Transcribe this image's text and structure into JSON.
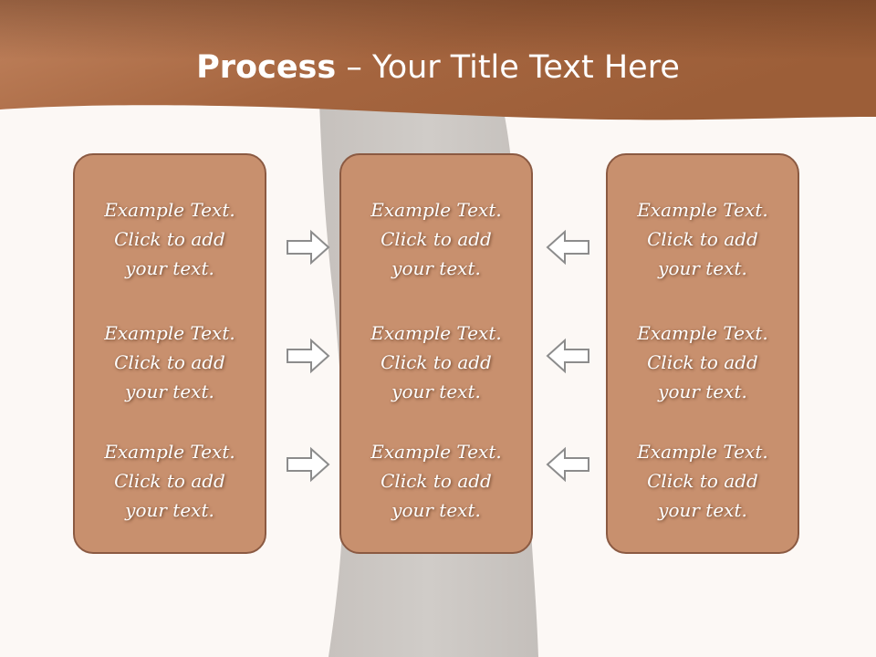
{
  "slide": {
    "title_bold": "Process",
    "title_rest": " – Your Title Text Here"
  },
  "columns": [
    {
      "items": [
        {
          "line1": "Example Text.",
          "line2": "Click  to add",
          "line3": "your text."
        },
        {
          "line1": "Example Text.",
          "line2": "Click  to add",
          "line3": "your text."
        },
        {
          "line1": "Example Text.",
          "line2": "Click  to add",
          "line3": "your text."
        }
      ]
    },
    {
      "items": [
        {
          "line1": "Example Text.",
          "line2": "Click  to add",
          "line3": "your text."
        },
        {
          "line1": "Example Text.",
          "line2": "Click  to add",
          "line3": "your text."
        },
        {
          "line1": "Example Text.",
          "line2": "Click  to add",
          "line3": "your text."
        }
      ]
    },
    {
      "items": [
        {
          "line1": "Example Text.",
          "line2": "Click  to add",
          "line3": "your text."
        },
        {
          "line1": "Example Text.",
          "line2": "Click  to add",
          "line3": "your text."
        },
        {
          "line1": "Example Text.",
          "line2": "Click  to add",
          "line3": "your text."
        }
      ]
    }
  ],
  "colors": {
    "header_light": "#c07f5a",
    "header_dark": "#7a4a2c",
    "box_fill": "#c8906e",
    "box_border": "#8b5a42",
    "background": "#fcf8f5",
    "arrow_stroke": "#8c8c8c"
  }
}
